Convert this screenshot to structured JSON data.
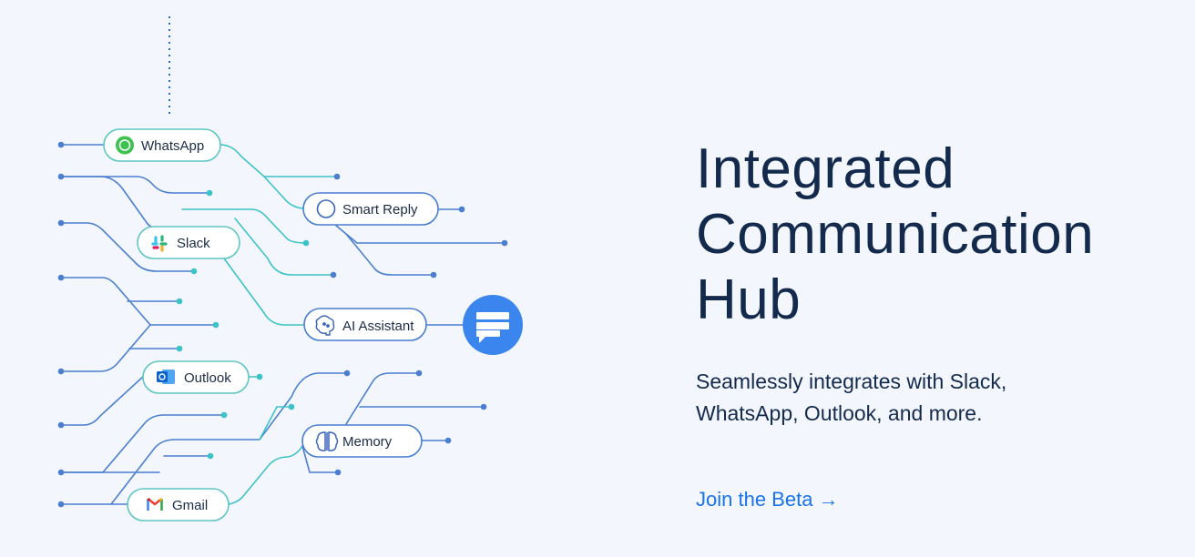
{
  "diagram": {
    "nodes": {
      "whatsapp": "WhatsApp",
      "smart_reply": "Smart Reply",
      "slack": "Slack",
      "ai_assistant": "AI Assistant",
      "outlook": "Outlook",
      "memory": "Memory",
      "gmail": "Gmail"
    },
    "icons": {
      "whatsapp": "whatsapp-icon",
      "smart_reply": "circle-icon",
      "slack": "slack-icon",
      "ai_assistant": "brain-chip-icon",
      "outlook": "outlook-icon",
      "memory": "brain-icon",
      "gmail": "gmail-icon",
      "chat_hub": "chat-bubble-icon"
    }
  },
  "hero": {
    "title_lines": [
      "Integrated",
      "Communication",
      "Hub"
    ],
    "subtitle": "Seamlessly integrates with Slack, WhatsApp, Outlook, and more.",
    "cta_label": "Join the Beta →"
  },
  "colors": {
    "background": "#f3f6fc",
    "heading": "#132a4d",
    "accent": "#1a73e8",
    "line_blue": "#4a7fd0",
    "line_teal": "#3cc3c8"
  }
}
